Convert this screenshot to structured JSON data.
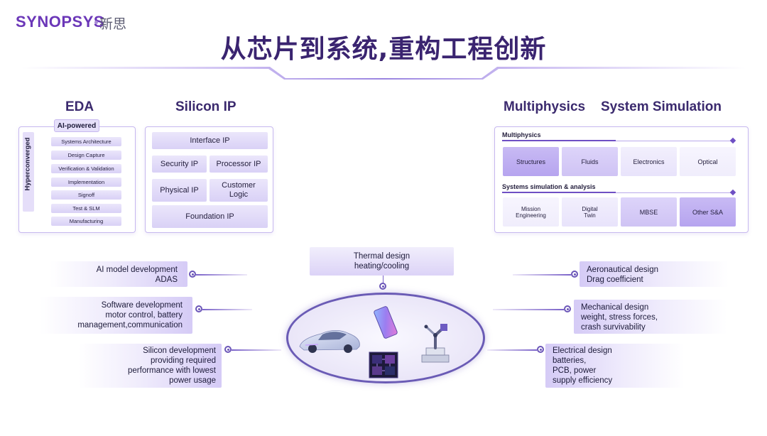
{
  "brand": {
    "logo_text": "SYNOPSYS",
    "logo_cn": "新思"
  },
  "title": "从芯片到系统,重构工程创新",
  "eda": {
    "heading": "EDA",
    "ai_badge": "AI-powered",
    "hyperconverged": "Hyperconverged",
    "items": [
      "Systems Architecture",
      "Design Capture",
      "Verification & Validation",
      "Implementation",
      "Signoff",
      "Test & SLM",
      "Manufacturing"
    ]
  },
  "silicon_ip": {
    "heading": "Silicon IP",
    "interface": "Interface IP",
    "security": "Security IP",
    "processor": "Processor IP",
    "physical": "Physical IP",
    "customer_1": "Customer",
    "customer_2": "Logic",
    "foundation": "Foundation IP"
  },
  "right_headings": {
    "multiphysics": "Multiphysics",
    "system_simulation": "System Simulation"
  },
  "multiphysics_panel": {
    "label": "Multiphysics",
    "items": [
      "Structures",
      "Fluids",
      "Electronics",
      "Optical"
    ]
  },
  "systems_panel": {
    "label": "Systems simulation & analysis",
    "mission_1": "Mission",
    "mission_2": "Engineering",
    "twin_1": "Digital",
    "twin_2": "Twin",
    "mbse": "MBSE",
    "other": "Other S&A"
  },
  "callouts": {
    "ai_model": [
      "AI model development",
      "ADAS"
    ],
    "software": [
      "Software development",
      "motor control, battery",
      "management,communication"
    ],
    "silicon": [
      "Silicon development",
      "providing required",
      "performance with lowest",
      "power usage"
    ],
    "thermal": [
      "Thermal design",
      "heating/cooling"
    ],
    "aero": [
      "Aeronautical design",
      "Drag coefficient"
    ],
    "mechanical": [
      "Mechanical design",
      "weight, stress forces,",
      "crash survivability"
    ],
    "electrical": [
      "Electrical design",
      "batteries,",
      "PCB, power",
      "supply efficiency"
    ]
  },
  "colors": {
    "brand_purple": "#6b37b8",
    "title": "#3a2470",
    "accent": "#6e4fc4"
  },
  "icons": [
    "car-icon",
    "smartphone-icon",
    "chip-icon",
    "robot-arm-icon"
  ]
}
